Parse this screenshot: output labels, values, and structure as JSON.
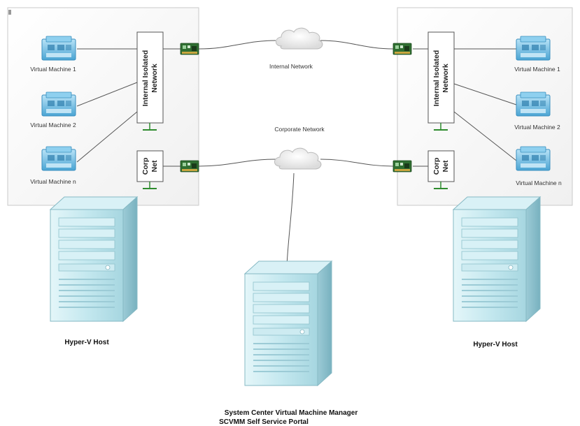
{
  "networks": {
    "internal": "Internal Network",
    "corporate": "Corporate Network"
  },
  "left_host": {
    "vms": [
      "Virtual Machine 1",
      "Virtual Machine 2",
      "Virtual Machine n"
    ],
    "isolated_switch": [
      "Internal Isolated",
      "Network"
    ],
    "corp_switch": [
      "Corp",
      "Net"
    ],
    "label": "Hyper-V Host"
  },
  "right_host": {
    "vms": [
      "Virtual Machine 1",
      "Virtual Machine 2",
      "Virtual Machine n"
    ],
    "isolated_switch": [
      "Internal Isolated",
      "Network"
    ],
    "corp_switch": [
      "Corp",
      "Net"
    ],
    "label": "Hyper-V Host"
  },
  "manager": {
    "line1": "System Center Virtual Machine Manager",
    "line2": "SCVMM Self Service Portal"
  },
  "icons": {
    "vm": "virtual-machine-icon",
    "nic": "network-card-icon",
    "cloud": "cloud-icon",
    "server": "server-tower-icon",
    "ground": "ground-icon"
  },
  "colors": {
    "server_body": "#bfe3ea",
    "vm_body": "#5fb3dc",
    "nic_green": "#3b7d3b",
    "ground_green": "#2e8b2e"
  }
}
